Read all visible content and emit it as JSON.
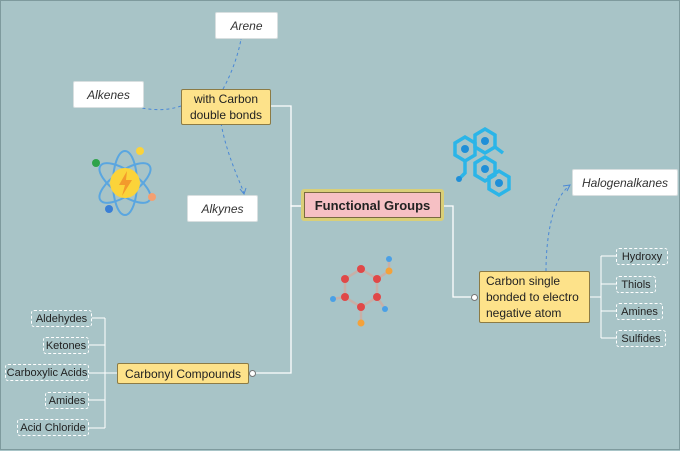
{
  "central": {
    "label": "Functional Groups"
  },
  "branches": {
    "double_bonds": {
      "label": "with Carbon double bonds",
      "children": [
        "Arene",
        "Alkenes",
        "Alkynes"
      ]
    },
    "carbonyl": {
      "label": "Carbonyl Compounds",
      "children": [
        "Aldehydes",
        "Ketones",
        "Carboxylic Acids",
        "Amides",
        "Acid Chloride"
      ]
    },
    "single_bonded": {
      "label": "Carbon single bonded to electro negative atom",
      "floating": "Halogenalkanes",
      "children": [
        "Hydroxy",
        "Thiols",
        "Amines",
        "Sulfides"
      ]
    }
  },
  "colors": {
    "background": "#a8c4c7",
    "central_fill": "#f6c0c4",
    "branch_fill": "#fde28a",
    "link": "#ffffff",
    "dashed_link": "#4a88d6"
  },
  "icons": [
    "atom-icon",
    "hexagon-molecule-icon",
    "ball-stick-molecule-icon"
  ]
}
